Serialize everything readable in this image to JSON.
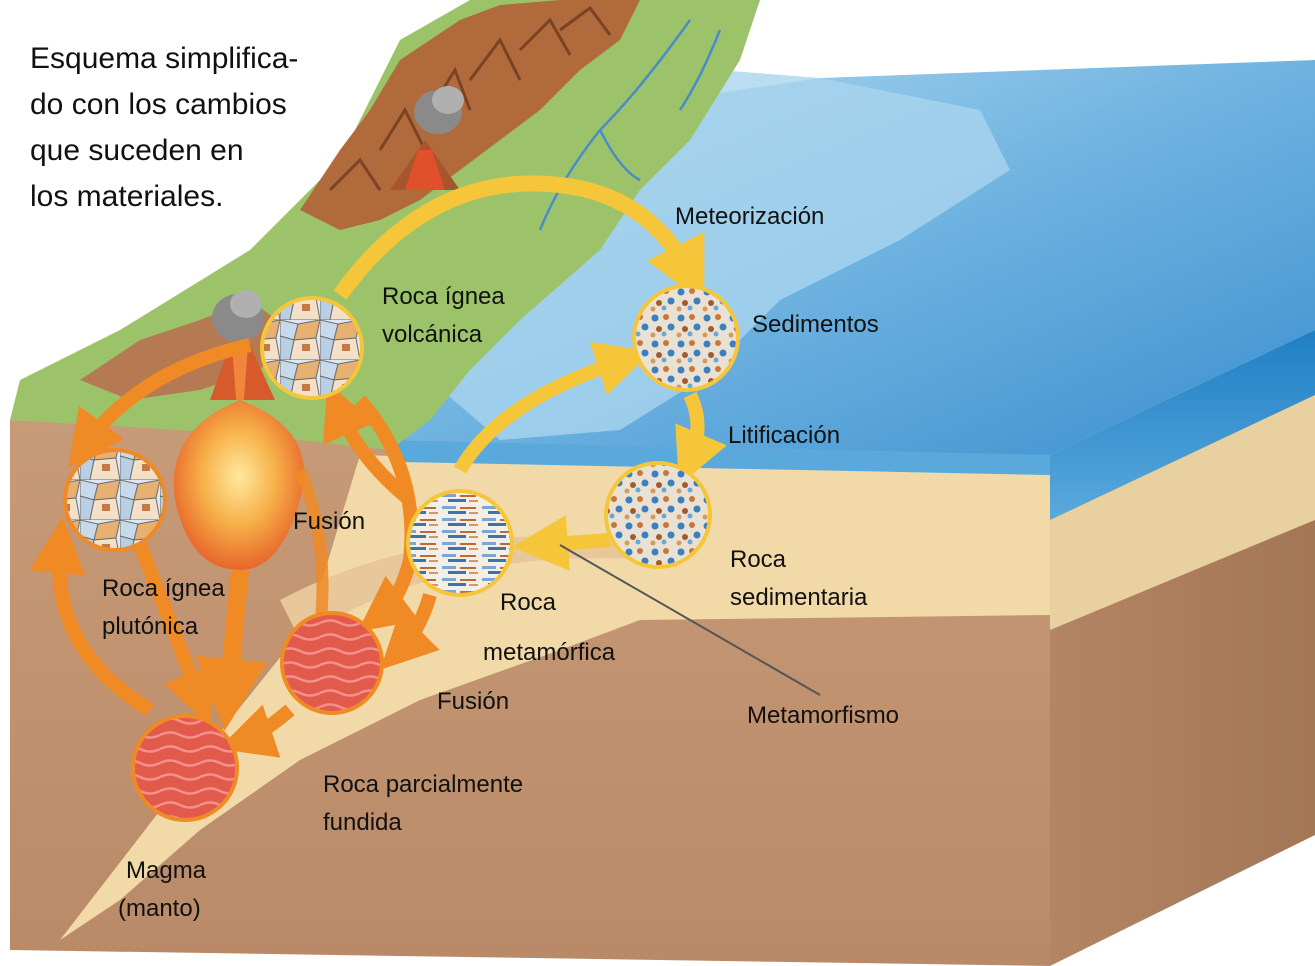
{
  "caption": {
    "lines": [
      "Esquema simplifica-",
      "do con los cambios",
      "que suceden en",
      "los materiales."
    ]
  },
  "labels": {
    "meteorizacion": "Meteorización",
    "roca_ignea_volcanica": [
      "Roca ígnea",
      "volcánica"
    ],
    "sedimentos": "Sedimentos",
    "litificacion": "Litificación",
    "fusion_upper": "Fusión",
    "roca_sedimentaria": [
      "Roca",
      "sedimentaria"
    ],
    "roca_ignea_plutonica": [
      "Roca ígnea",
      "plutónica"
    ],
    "roca_metamorfica": [
      "Roca",
      "metamórfica"
    ],
    "fusion_lower": "Fusión",
    "metamorfismo": "Metamorfismo",
    "roca_parcialmente_fundida": [
      "Roca parcialmente",
      "fundida"
    ],
    "magma": [
      "Magma",
      "(manto)"
    ]
  },
  "colors": {
    "ocean": "#3a8fd0",
    "ocean_light": "#8cc4e6",
    "land": "#9cc36a",
    "mountain": "#b06a3c",
    "crust": "#c89a78",
    "sediment": "#f2d9a8",
    "yellow_arrow": "#f5c63a",
    "orange_arrow": "#f08a24",
    "magma": "#e04a3a"
  }
}
